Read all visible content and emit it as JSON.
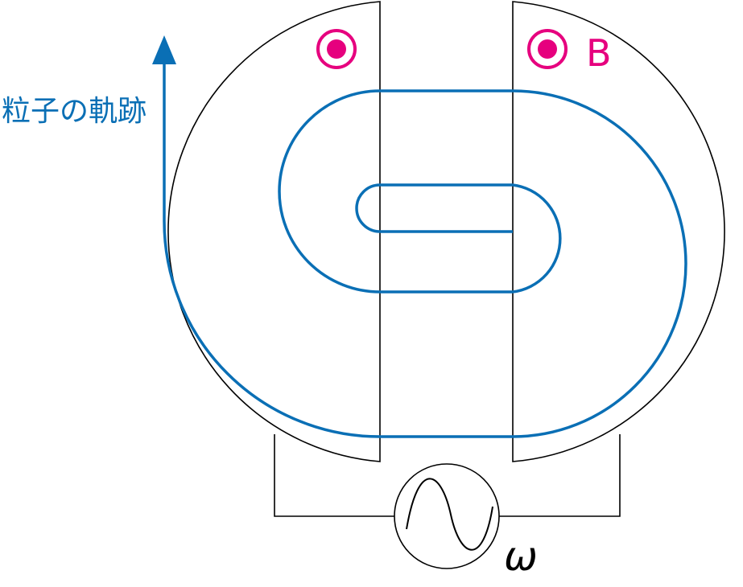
{
  "labels": {
    "trajectory": "粒子の軌跡",
    "magnetic_field": "B",
    "angular_frequency": "ω"
  },
  "colors": {
    "trajectory": "#0a6fb5",
    "field_symbol": "#e6007e",
    "outline": "#000000",
    "background": "#ffffff"
  },
  "icons": {
    "field_symbol": "out-of-page-field-icon",
    "ac_source": "ac-source-icon",
    "arrow": "arrow-up-icon"
  }
}
